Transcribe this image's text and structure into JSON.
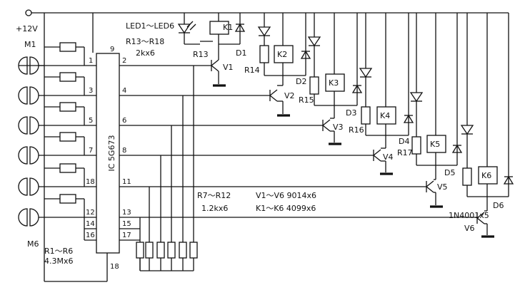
{
  "supply_label": "+12V",
  "ic_label": "IC 5G673",
  "led_range": "LED1～LED6",
  "r13_range": "R13～R18",
  "r13_value": "2kx6",
  "r7_range": "R7～R12",
  "r7_value": "1.2kx6",
  "v_range": "V1～V6 9014x6",
  "k_range": "K1～K6 4099x6",
  "r1_range": "R1～R6",
  "r1_value": "4.3Mx6",
  "d6_type": "1N4001x5",
  "pins": [
    "1",
    "3",
    "5",
    "7",
    "18",
    "12",
    "14",
    "16",
    "9",
    "2",
    "4",
    "6",
    "8",
    "11",
    "13",
    "15",
    "17",
    "18"
  ],
  "sensors": [
    "M1",
    "M6"
  ],
  "stages": [
    {
      "k": "K1",
      "v": "V1",
      "r": "R13",
      "d": "D1"
    },
    {
      "k": "K2",
      "v": "V2",
      "r": "R14",
      "d": "D2"
    },
    {
      "k": "K3",
      "v": "V3",
      "r": "R15",
      "d": "D3"
    },
    {
      "k": "K4",
      "v": "V4",
      "r": "R16",
      "d": "D4"
    },
    {
      "k": "K5",
      "v": "V5",
      "r": "R17",
      "d": "D5"
    },
    {
      "k": "K6",
      "v": "V6",
      "r": "",
      "d": "D6"
    }
  ]
}
